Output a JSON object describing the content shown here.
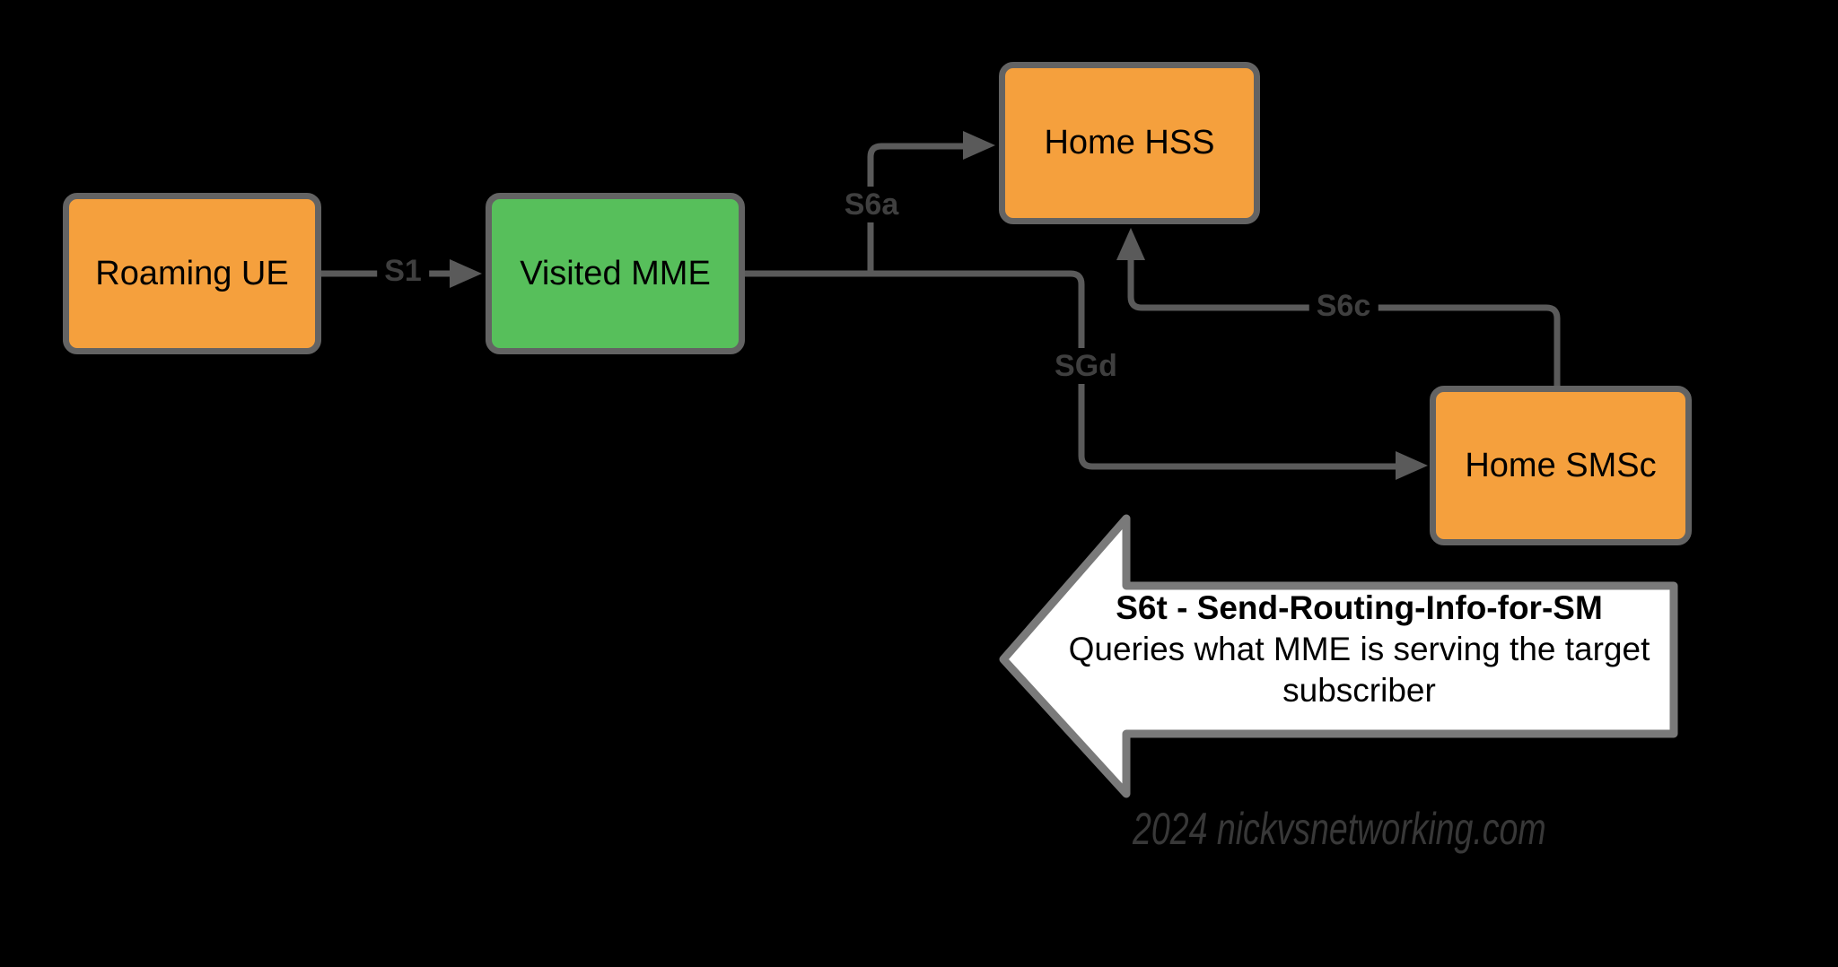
{
  "diagram": {
    "nodes": {
      "roaming_ue": {
        "label": "Roaming UE",
        "fill": "#F5A03D"
      },
      "visited_mme": {
        "label": "Visited MME",
        "fill": "#57BF5B"
      },
      "home_hss": {
        "label": "Home HSS",
        "fill": "#F5A03D"
      },
      "home_smsc": {
        "label": "Home SMSc",
        "fill": "#F5A03D"
      }
    },
    "links": {
      "s1": {
        "label": "S1",
        "from": "Roaming UE",
        "to": "Visited MME"
      },
      "s6a": {
        "label": "S6a",
        "from": "Visited MME",
        "to": "Home HSS"
      },
      "sgd": {
        "label": "SGd",
        "from": "Visited MME",
        "to": "Home SMSc"
      },
      "s6c": {
        "label": "S6c",
        "from": "Home SMSc",
        "to": "Home HSS"
      }
    },
    "callout": {
      "title": "S6t - Send-Routing-Info-for-SM",
      "body": "Queries what MME is serving the target subscriber"
    },
    "watermark": "2024 nickvsnetworking.com",
    "colors": {
      "background": "#000000",
      "node-orange": "#F5A03D",
      "node-green": "#57BF5B",
      "node-border": "#636363",
      "node-text": "#000000",
      "wire": "#5A5A5A",
      "wire-label": "#3F3F3F",
      "callout-fill": "#FFFFFF",
      "callout-border": "#7A7A7A",
      "callout-text": "#000000",
      "watermark-text": "#383838"
    }
  }
}
